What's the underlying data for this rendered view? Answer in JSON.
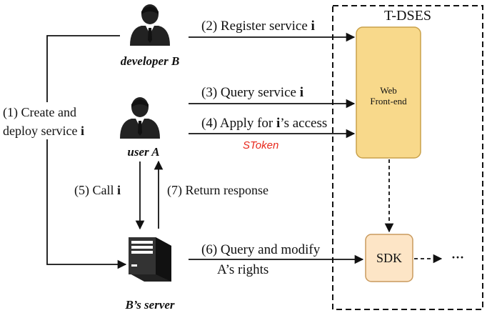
{
  "colors": {
    "stoken": "#e8281c",
    "frontend_fill": "#f8d98b",
    "frontend_stroke": "#c9a14a",
    "sdk_fill": "#fde5c6",
    "sdk_stroke": "#c99a5d"
  },
  "icons": {
    "developer": "person-in-suit-icon",
    "user": "person-in-suit-icon",
    "server": "server-tower-icon"
  },
  "actors": {
    "developer": "developer B",
    "user": "user A",
    "server": "B’s server"
  },
  "system": {
    "title": "T-DSES",
    "frontend_line1": "Web",
    "frontend_line2": "Front-end",
    "sdk": "SDK",
    "ellipsis": "···"
  },
  "steps": {
    "s1_line1": "(1) Create and",
    "s1_line2_prefix": "deploy service ",
    "s1_line2_var": "i",
    "s2_prefix": "(2) Register service ",
    "s2_var": "i",
    "s3_prefix": "(3) Query service ",
    "s3_var": "i",
    "s4_prefix": "(4) Apply for ",
    "s4_var": "i",
    "s4_suffix": "’s access",
    "stoken": "SToken",
    "s5_prefix": "(5) Call ",
    "s5_var": "i",
    "s6_line1": "(6) Query and modify",
    "s6_line2": "A’s rights",
    "s7": "(7) Return response"
  }
}
